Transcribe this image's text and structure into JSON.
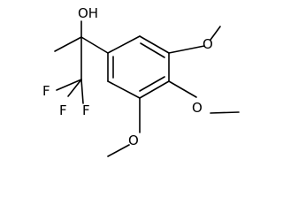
{
  "molecule": {
    "atoms": {
      "oh": "OH",
      "f1": "F",
      "f2": "F",
      "f3": "F",
      "o_top": "O",
      "o_mid": "O",
      "o_bot": "O"
    }
  }
}
